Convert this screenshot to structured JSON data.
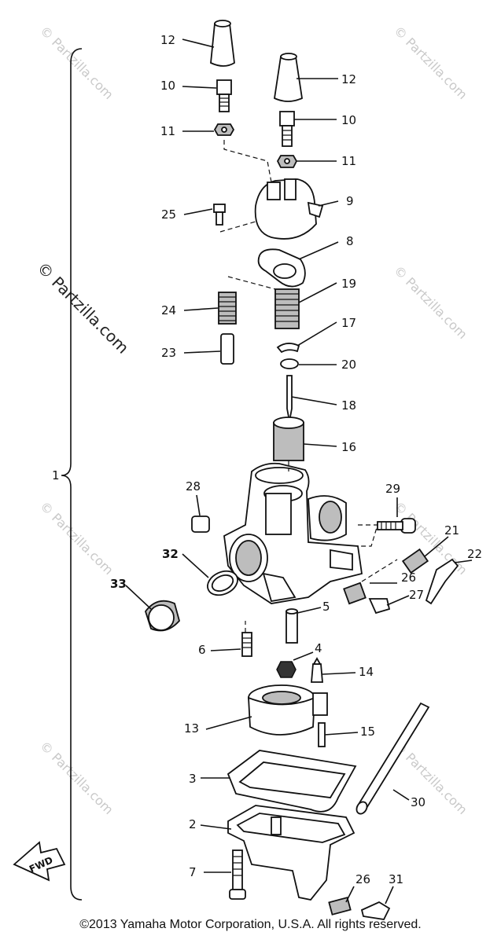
{
  "watermarks": {
    "main": "© Partzilla.com",
    "faint": "© Partzilla.com"
  },
  "callouts": {
    "c1": "1",
    "c2": "2",
    "c3": "3",
    "c4": "4",
    "c5": "5",
    "c6": "6",
    "c7": "7",
    "c8": "8",
    "c9": "9",
    "c10a": "10",
    "c10b": "10",
    "c11a": "11",
    "c11b": "11",
    "c12a": "12",
    "c12b": "12",
    "c13": "13",
    "c14": "14",
    "c15": "15",
    "c16": "16",
    "c17": "17",
    "c18": "18",
    "c19": "19",
    "c20": "20",
    "c21": "21",
    "c22": "22",
    "c23": "23",
    "c24": "24",
    "c25": "25",
    "c26a": "26",
    "c26b": "26",
    "c27": "27",
    "c28": "28",
    "c29": "29",
    "c30": "30",
    "c31": "31",
    "c32": "32",
    "c33": "33"
  },
  "fwd_label": "FWD",
  "copyright": "©2013 Yamaha Motor Corporation, U.S.A. All rights reserved."
}
